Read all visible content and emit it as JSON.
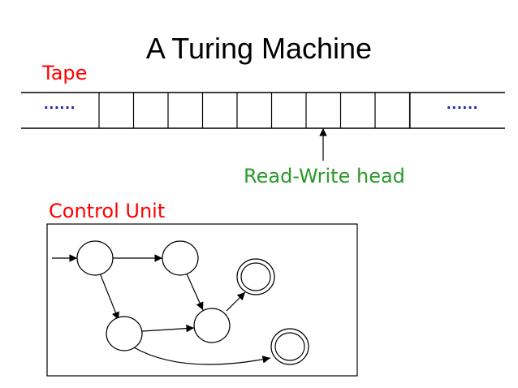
{
  "title": "A Turing Machine",
  "tape": {
    "label": "Tape",
    "left_ellipsis": "......",
    "right_ellipsis": "......",
    "cell_count": 9
  },
  "head": {
    "label": "Read-Write head"
  },
  "control_unit": {
    "label": "Control Unit",
    "states": [
      {
        "id": "s1",
        "accepting": false,
        "initial": true
      },
      {
        "id": "s2",
        "accepting": false
      },
      {
        "id": "s3",
        "accepting": true
      },
      {
        "id": "s4",
        "accepting": false
      },
      {
        "id": "s5",
        "accepting": false
      },
      {
        "id": "s6",
        "accepting": true
      }
    ],
    "transitions": [
      {
        "from": "s1",
        "to": "s2"
      },
      {
        "from": "s1",
        "to": "s4"
      },
      {
        "from": "s2",
        "to": "s5"
      },
      {
        "from": "s4",
        "to": "s5"
      },
      {
        "from": "s5",
        "to": "s3"
      },
      {
        "from": "s4",
        "to": "s6"
      }
    ]
  },
  "colors": {
    "tape_label": "#ff0000",
    "control_label": "#ff0000",
    "head_label": "#2a9a2a",
    "ellipsis": "#1f1fb0",
    "lines": "#000000"
  }
}
